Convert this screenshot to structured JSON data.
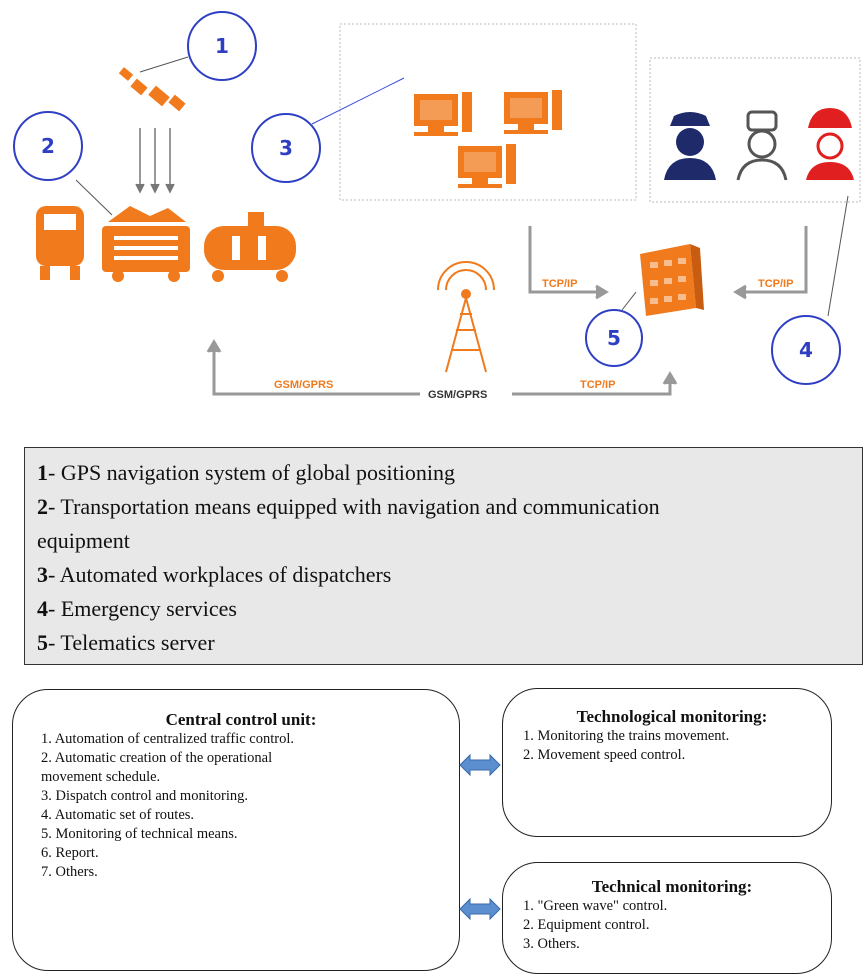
{
  "figure": {
    "circle_labels": [
      "1",
      "2",
      "3",
      "4",
      "5"
    ],
    "link_labels": {
      "tcp_left": "TCP/IP",
      "tcp_right": "TCP/IP",
      "tcp_bottom": "TCP/IP",
      "gsm_left": "GSM/GPRS",
      "gsm_tower": "GSM/GPRS"
    },
    "colors": {
      "accent": "#f07a1c",
      "circle": "#2f3fc4",
      "person_dark": "#1f2a6b",
      "person_medic": "#555555",
      "person_fire": "#e02020"
    }
  },
  "legend": {
    "items": [
      {
        "num": "1",
        "text": "- GPS navigation system of global positioning"
      },
      {
        "num": "2",
        "text": "- Transportation means equipped with navigation and communication"
      },
      {
        "num": "",
        "text": "equipment"
      },
      {
        "num": "3",
        "text": "- Automated workplaces of dispatchers"
      },
      {
        "num": "4",
        "text": "- Emergency services"
      },
      {
        "num": "5",
        "text": "- Telematics server"
      }
    ]
  },
  "central": {
    "title": "Central control unit:",
    "items": [
      "1. Automation of centralized traffic control.",
      "2. Automatic creation of the operational",
      "movement schedule.",
      "3. Dispatch control and monitoring.",
      "4. Automatic set of routes.",
      "5. Monitoring of technical means.",
      "6. Report.",
      "7. Others."
    ]
  },
  "technological": {
    "title": "Technological monitoring:",
    "items": [
      "1. Monitoring the trains movement.",
      "2. Movement speed control."
    ]
  },
  "technical": {
    "title": "Technical monitoring:",
    "items": [
      "1. \"Green wave\" control.",
      "2. Equipment control.",
      "3. Others."
    ]
  }
}
